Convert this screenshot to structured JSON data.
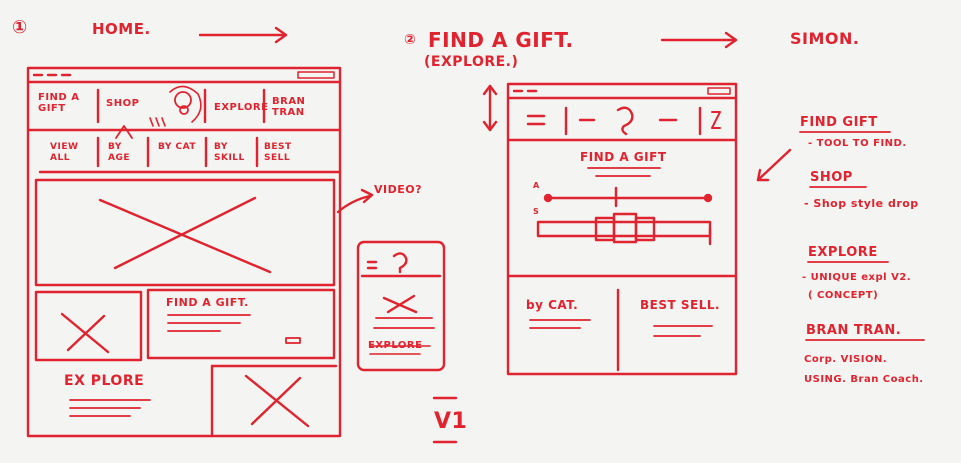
{
  "colors": {
    "ink": "#e0232e",
    "board": "#f4f4f2"
  },
  "header": {
    "step1_marker": "①",
    "step1_label": "HOME.",
    "step2_marker": "②",
    "step2_label": "FIND A GIFT.",
    "step2_sub": "(EXPLORE.)",
    "step3_label": "SIMON."
  },
  "home_wireframe": {
    "nav": [
      "FIND A GIFT",
      "SHOP",
      "EXPLORE",
      "BRAN TRAN"
    ],
    "subnav": [
      "VIEW ALL",
      "BY AGE",
      "BY CAT",
      "BY SKILL",
      "BEST SELL"
    ],
    "video_note": "VIDEO?",
    "find_a_gift": "FIND A GIFT.",
    "explore": "EX PLORE"
  },
  "mobile_wireframe": {
    "explore": "EXPLORE",
    "version": "V1"
  },
  "gift_wireframe": {
    "title": "FIND A GIFT",
    "slider_a": "A",
    "slider_s": "S",
    "bottom_left": "by CAT.",
    "bottom_right": "BEST SELL."
  },
  "notes": [
    {
      "title": "FIND GIFT",
      "body": [
        "- TOOL TO FIND."
      ]
    },
    {
      "title": "SHOP",
      "body": [
        "- Shop style drop"
      ]
    },
    {
      "title": "EXPLORE",
      "body": [
        "- UNIQUE expl V2.",
        "( CONCEPT)"
      ]
    },
    {
      "title": "BRAN TRAN.",
      "body": [
        "Corp. VISION.",
        "USING. Bran Coach."
      ]
    }
  ]
}
